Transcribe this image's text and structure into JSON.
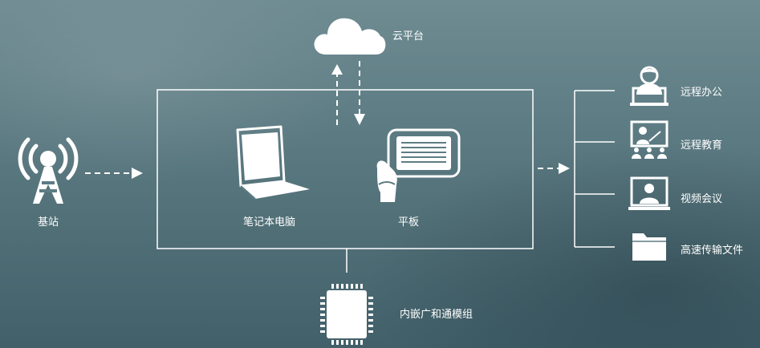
{
  "diagram": {
    "cloud_label": "云平台",
    "base_station_label": "基站",
    "laptop_label": "笔记本电脑",
    "tablet_label": "平板",
    "module_label": "内嵌广和通模组",
    "applications": [
      {
        "label": "远程办公",
        "icon": "remote-office-icon"
      },
      {
        "label": "远程教育",
        "icon": "remote-education-icon"
      },
      {
        "label": "视频会议",
        "icon": "video-conference-icon"
      },
      {
        "label": "高速传输文件",
        "icon": "folder-icon"
      }
    ],
    "colors": {
      "foreground": "#ffffff",
      "background": "#5e7c84"
    }
  }
}
